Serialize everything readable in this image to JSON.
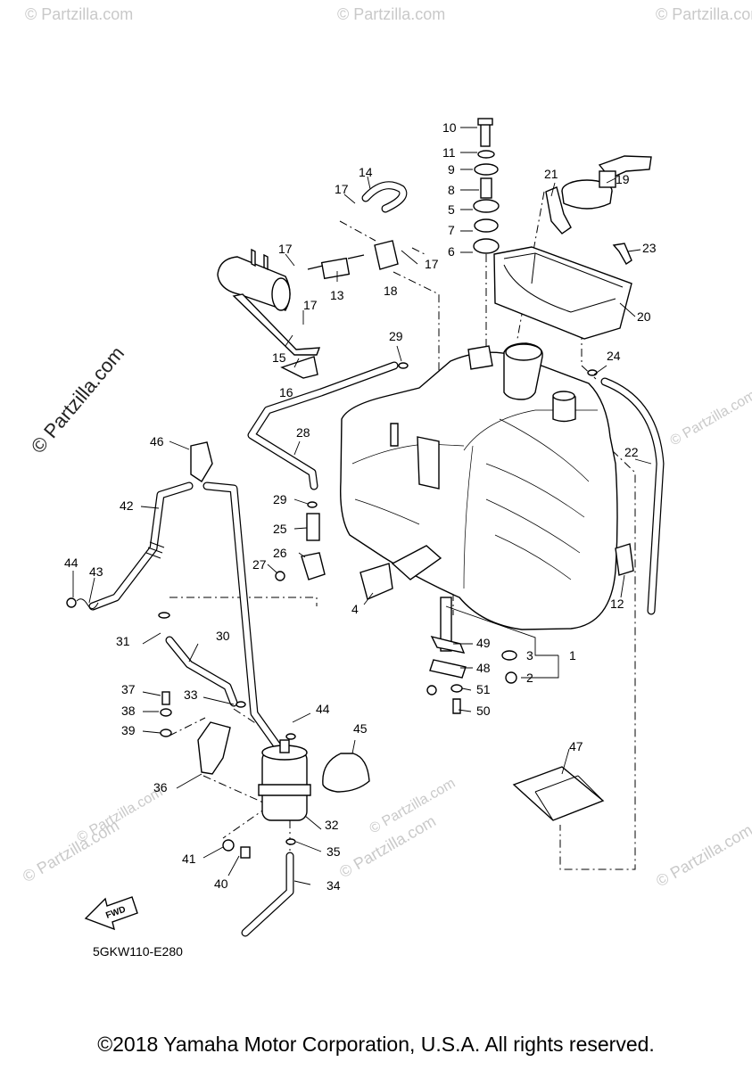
{
  "diagram": {
    "diagram_code": "5GKW110-E280",
    "fwd_label": "FWD",
    "copyright": "©2018 Yamaha Motor Corporation, U.S.A. All rights reserved.",
    "watermark": "© Partzilla.com",
    "callouts": [
      "1",
      "2",
      "3",
      "4",
      "5",
      "6",
      "7",
      "8",
      "9",
      "10",
      "11",
      "12",
      "13",
      "14",
      "15",
      "16",
      "17",
      "17",
      "17",
      "17",
      "18",
      "19",
      "20",
      "21",
      "22",
      "23",
      "24",
      "25",
      "26",
      "27",
      "28",
      "29",
      "29",
      "30",
      "31",
      "32",
      "33",
      "34",
      "35",
      "36",
      "37",
      "38",
      "39",
      "40",
      "41",
      "42",
      "43",
      "44",
      "44",
      "45",
      "46",
      "47",
      "48",
      "49",
      "50",
      "51"
    ]
  }
}
